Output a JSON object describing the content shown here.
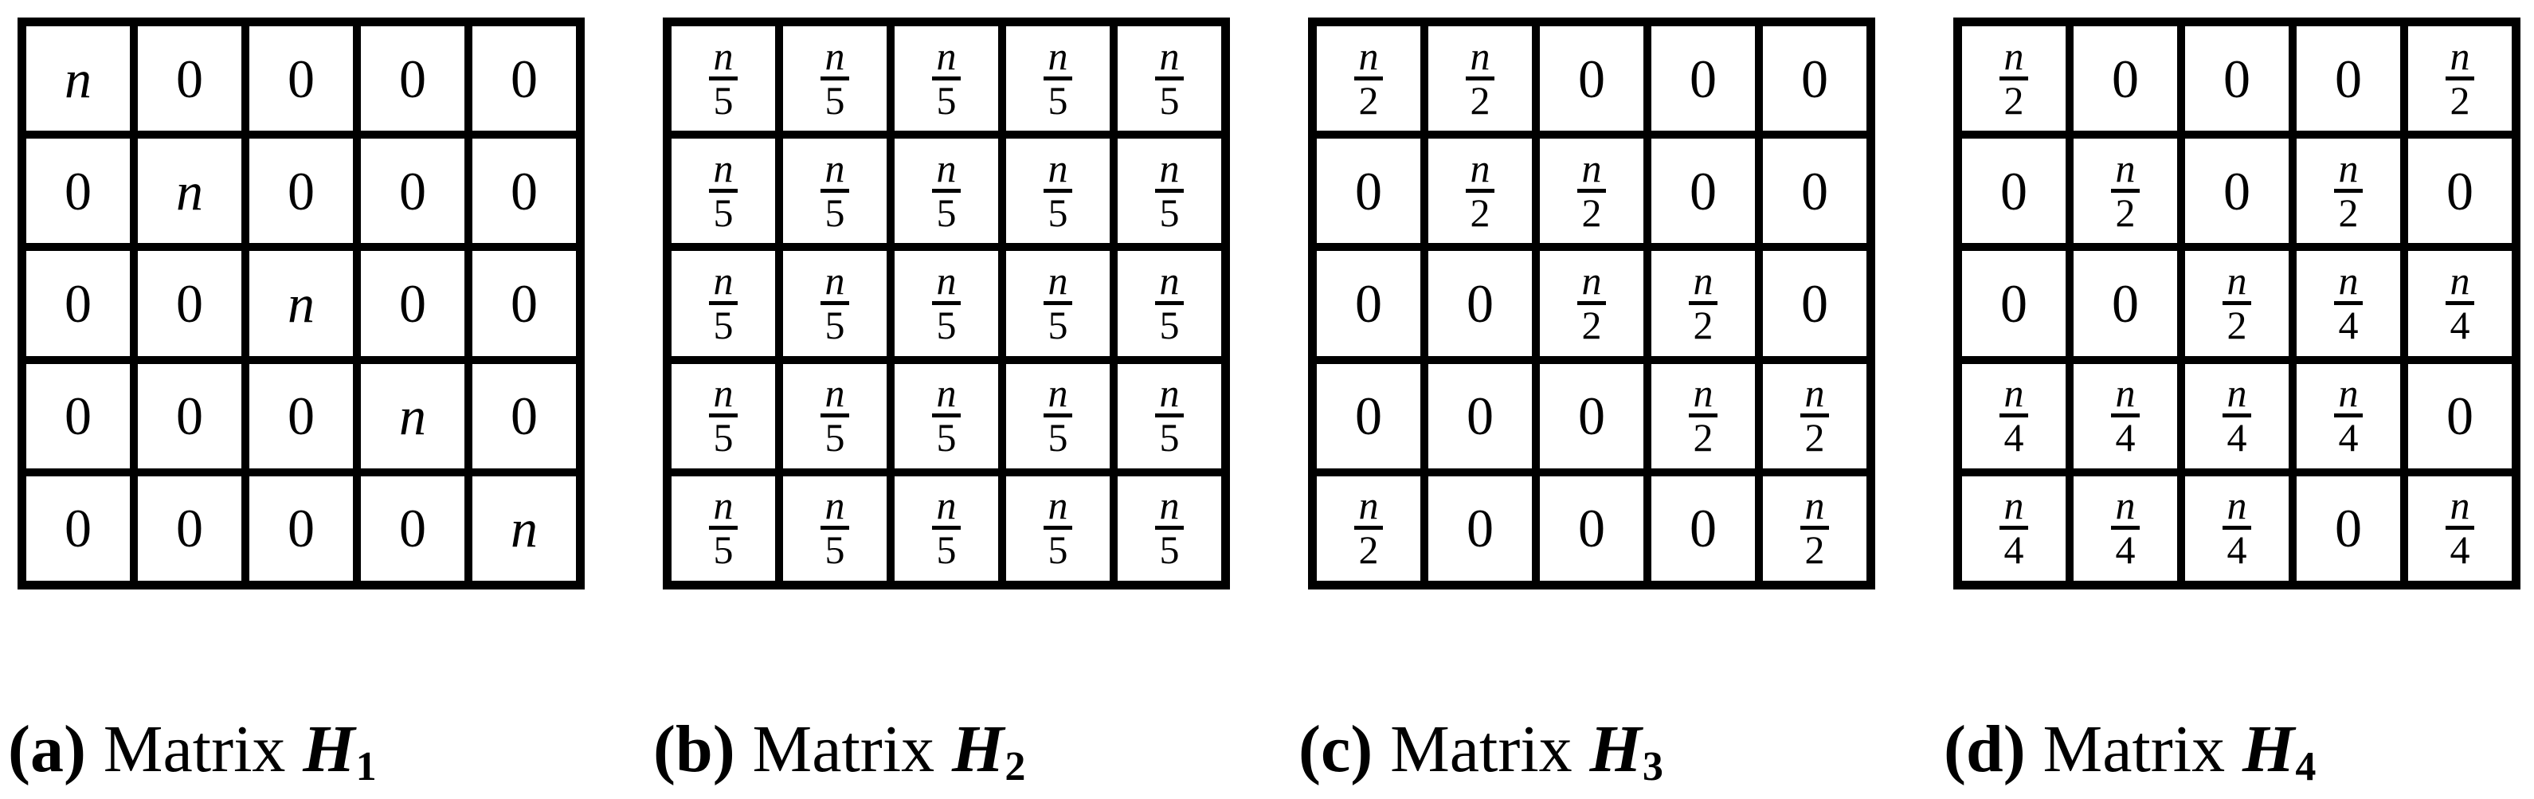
{
  "figure": {
    "panels": [
      {
        "id": "a",
        "caption": {
          "index": "(a)",
          "word": "Matrix",
          "symbol": "H",
          "subscript": "1"
        },
        "matrix": [
          [
            "n",
            "0",
            "0",
            "0",
            "0"
          ],
          [
            "0",
            "n",
            "0",
            "0",
            "0"
          ],
          [
            "0",
            "0",
            "n",
            "0",
            "0"
          ],
          [
            "0",
            "0",
            "0",
            "n",
            "0"
          ],
          [
            "0",
            "0",
            "0",
            "0",
            "n"
          ]
        ]
      },
      {
        "id": "b",
        "caption": {
          "index": "(b)",
          "word": "Matrix",
          "symbol": "H",
          "subscript": "2"
        },
        "matrix": [
          [
            "n/5",
            "n/5",
            "n/5",
            "n/5",
            "n/5"
          ],
          [
            "n/5",
            "n/5",
            "n/5",
            "n/5",
            "n/5"
          ],
          [
            "n/5",
            "n/5",
            "n/5",
            "n/5",
            "n/5"
          ],
          [
            "n/5",
            "n/5",
            "n/5",
            "n/5",
            "n/5"
          ],
          [
            "n/5",
            "n/5",
            "n/5",
            "n/5",
            "n/5"
          ]
        ]
      },
      {
        "id": "c",
        "caption": {
          "index": "(c)",
          "word": "Matrix",
          "symbol": "H",
          "subscript": "3"
        },
        "matrix": [
          [
            "n/2",
            "n/2",
            "0",
            "0",
            "0"
          ],
          [
            "0",
            "n/2",
            "n/2",
            "0",
            "0"
          ],
          [
            "0",
            "0",
            "n/2",
            "n/2",
            "0"
          ],
          [
            "0",
            "0",
            "0",
            "n/2",
            "n/2"
          ],
          [
            "n/2",
            "0",
            "0",
            "0",
            "n/2"
          ]
        ]
      },
      {
        "id": "d",
        "caption": {
          "index": "(d)",
          "word": "Matrix",
          "symbol": "H",
          "subscript": "4"
        },
        "matrix": [
          [
            "n/2",
            "0",
            "0",
            "0",
            "n/2"
          ],
          [
            "0",
            "n/2",
            "0",
            "n/2",
            "0"
          ],
          [
            "0",
            "0",
            "n/2",
            "n/4",
            "n/4"
          ],
          [
            "n/4",
            "n/4",
            "n/4",
            "n/4",
            "0"
          ],
          [
            "n/4",
            "n/4",
            "n/4",
            "0",
            "n/4"
          ]
        ]
      }
    ]
  },
  "colors": {
    "line": "#000000",
    "background": "#ffffff",
    "text": "#000000"
  }
}
